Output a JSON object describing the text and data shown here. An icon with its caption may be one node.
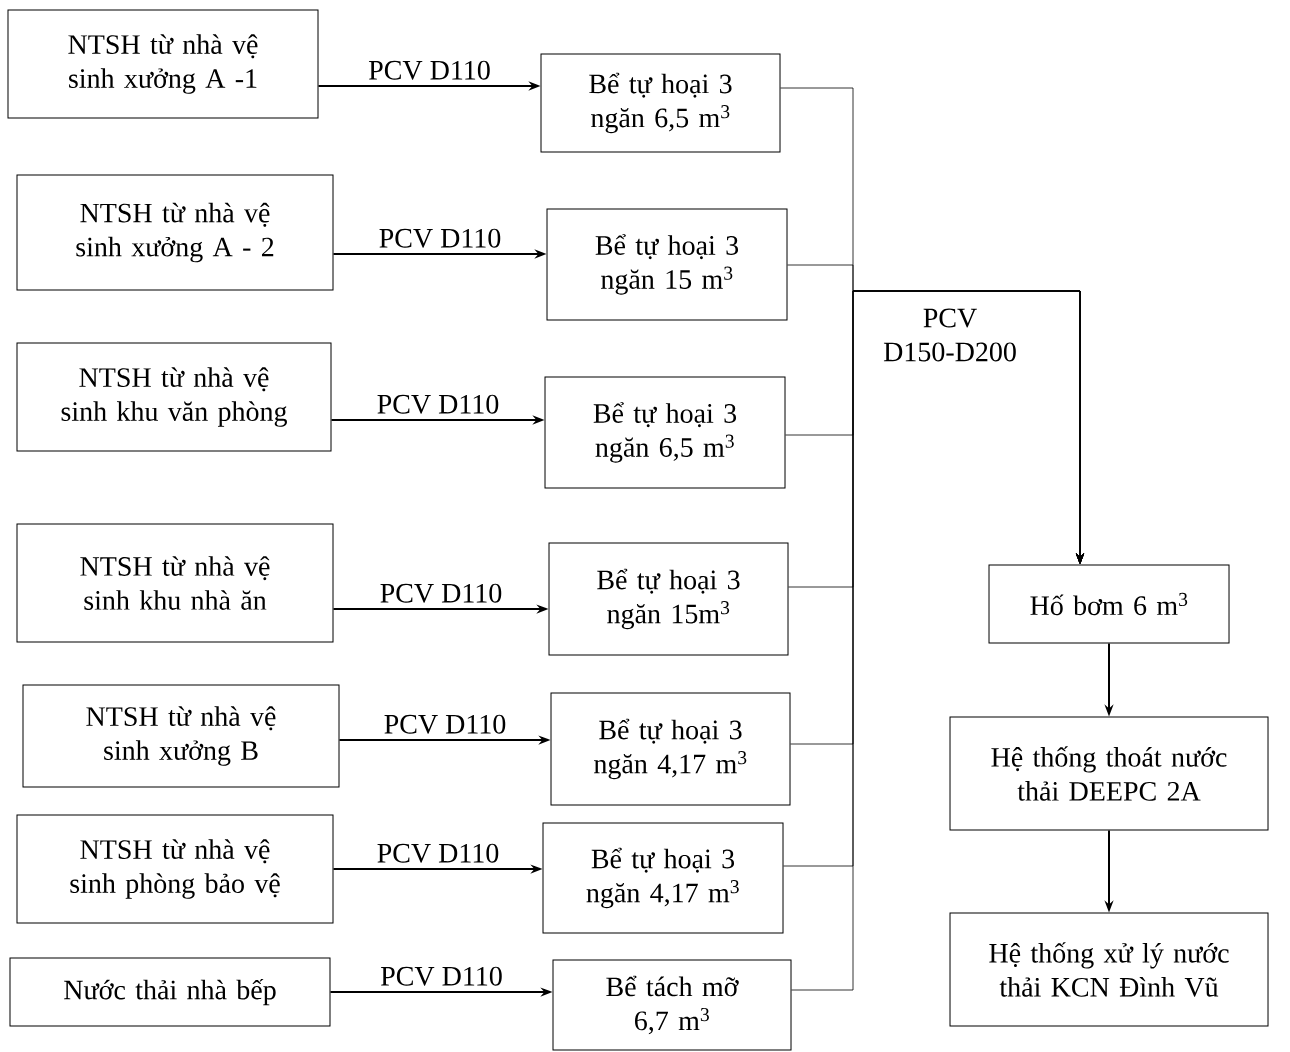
{
  "diagram": {
    "nodes": [
      {
        "text": [
          "NTSH từ nhà vệ sinh xưởng A -1"
        ]
      },
      {
        "text": [
          "Bể tự hoại 3 ngăn 6,5 m$^{3}$"
        ]
      },
      {
        "text": [
          "NTSH từ nhà vệ sinh xưởng A - 2"
        ]
      },
      {
        "text": [
          "Bể tự hoại 3 ngăn 15 m$^{3}$"
        ]
      },
      {
        "text": [
          "NTSH từ nhà vệ sinh khu văn phòng"
        ]
      },
      {
        "text": [
          "Bể tự hoại 3 ngăn 6,5 m$^{3}$"
        ]
      },
      {
        "text": [
          "NTSH từ nhà vệ sinh khu nhà ăn"
        ]
      },
      {
        "text": [
          "Bể tự hoại 3 ngăn 15m$^{3}$"
        ]
      },
      {
        "text": [
          "NTSH từ nhà vệ sinh xưởng B"
        ]
      },
      {
        "text": [
          "Bể tự hoại 3 ngăn 4,17 m$^{3}$"
        ]
      },
      {
        "text": [
          "NTSH từ nhà vệ sinh phòng bảo vệ"
        ]
      },
      {
        "text": [
          "Bể tự hoại 3 ngăn 4,17 m$^{3}$"
        ]
      },
      {
        "text": [
          "Nước thải nhà bếp"
        ]
      },
      {
        "text": [
          "Bể tách mỡ 6,7 m$^{3}$"
        ]
      },
      {
        "text": [
          "Hố bơm 6 m$^{3}$"
        ]
      },
      {
        "text": [
          "Hệ thống thoát nước thải DEEPC 2A"
        ]
      },
      {
        "text": [
          "Hệ thống xử lý nước thải KCN Đình Vũ"
        ]
      }
    ],
    "edges": [
      {
        "from": 0,
        "to": 1,
        "arrow": "to",
        "label": "PCV D110"
      },
      {
        "from": 2,
        "to": 3,
        "arrow": "to",
        "label": "PCV D110"
      },
      {
        "from": 4,
        "to": 5,
        "arrow": "to",
        "label": "PCV D110"
      },
      {
        "from": 6,
        "to": 7,
        "arrow": "to",
        "label": "PCV D110"
      },
      {
        "from": 8,
        "to": 9,
        "arrow": "to",
        "label": "PCV D110"
      },
      {
        "from": 10,
        "to": 11,
        "arrow": "to",
        "label": "PCV D110"
      },
      {
        "from": 12,
        "to": 13,
        "arrow": "to",
        "label": "PCV D110"
      },
      {
        "from": 1,
        "to": 14,
        "arrow": "to"
      },
      {
        "from": 3,
        "to": 14,
        "arrow": "to"
      },
      {
        "from": 5,
        "to": 14,
        "arrow": "to"
      },
      {
        "from": 7,
        "to": 14,
        "arrow": "to"
      },
      {
        "from": 9,
        "to": 14,
        "arrow": "to"
      },
      {
        "from": 11,
        "to": 14,
        "arrow": "to"
      },
      {
        "from": 13,
        "to": 14,
        "arrow": "to"
      },
      {
        "from": 14,
        "to": 15,
        "arrow": "to"
      },
      {
        "from": 15,
        "to": 16,
        "arrow": "to"
      }
    ],
    "labels": [
      "PCV D150-D200"
    ]
  }
}
